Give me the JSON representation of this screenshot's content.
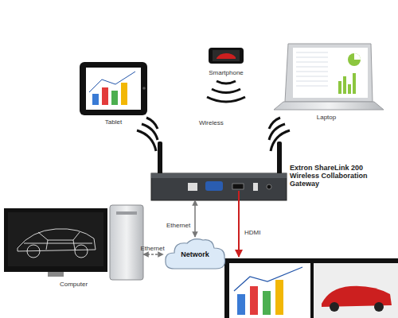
{
  "diagram": {
    "nodes": [
      {
        "text": [
          "Tablet"
        ]
      },
      {
        "text": [
          "Smartphone"
        ]
      },
      {
        "text": [
          "Laptop"
        ]
      },
      {
        "text": [
          "Extron ShareLink 200 Wireless Collaboration Gateway"
        ]
      },
      {
        "text": [
          "Computer"
        ]
      },
      {
        "text": [
          "Network"
        ]
      }
    ],
    "edges": [
      {
        "from": 3,
        "to": 5,
        "label": "Ethernet",
        "arrow": "both"
      },
      {
        "from": 4,
        "to": 5,
        "label": "Ethernet",
        "arrow": "both"
      }
    ],
    "labels": [
      "Wireless",
      "HDMI"
    ]
  }
}
